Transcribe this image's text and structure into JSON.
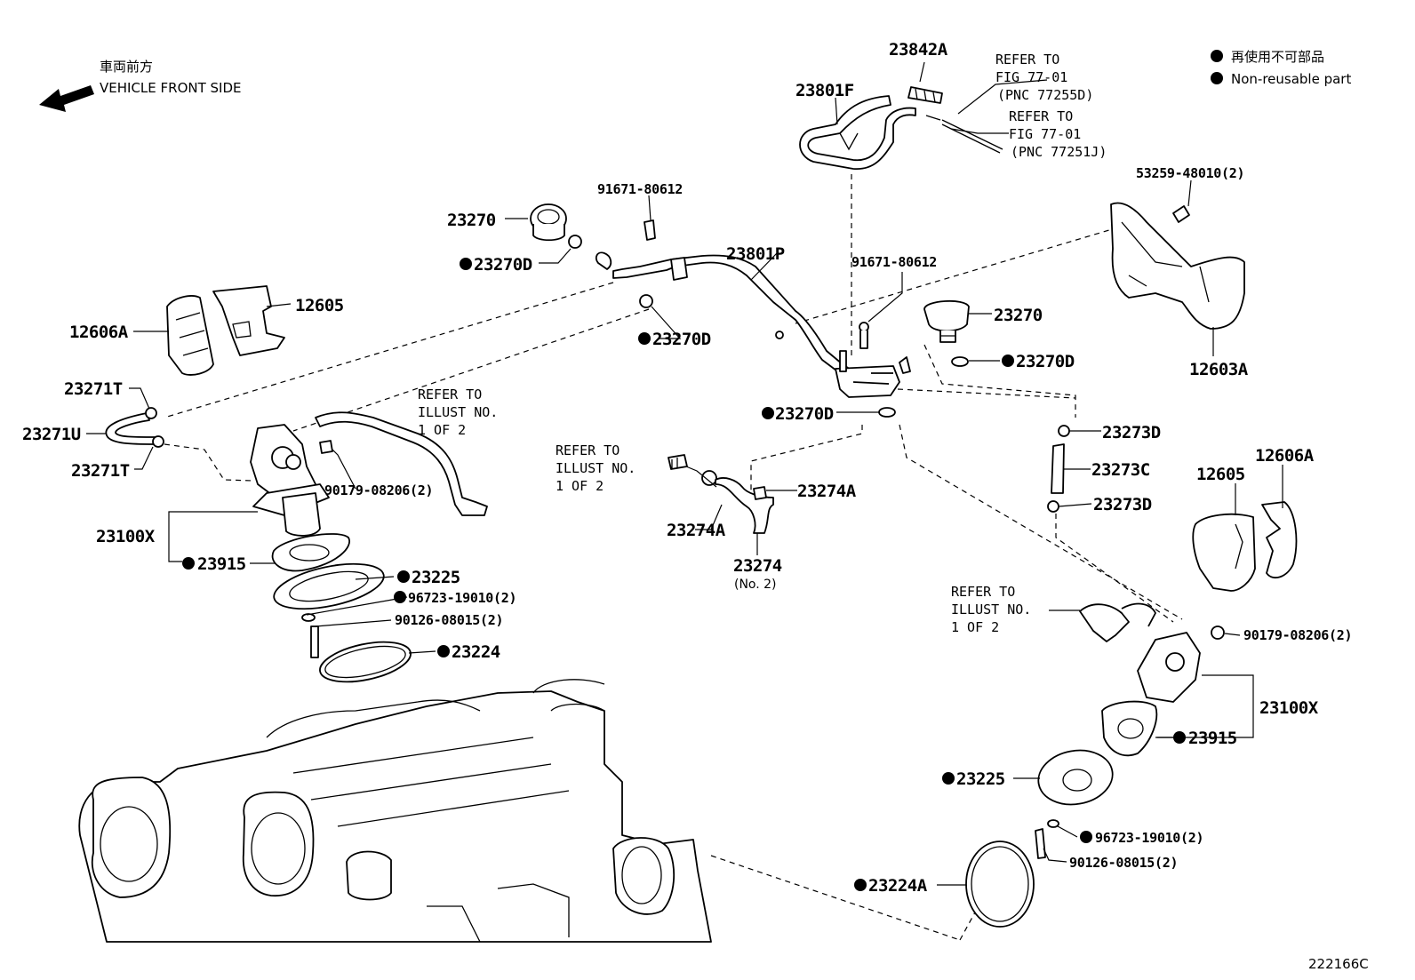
{
  "legend": {
    "jp": "再使用不可部品",
    "en": "Non-reusable part"
  },
  "front": {
    "jp": "車両前方",
    "en": "VEHICLE FRONT SIDE"
  },
  "diagram_code": "222166C",
  "callouts": {
    "p23842A": "23842A",
    "p23801F": "23801F",
    "ref1_l1": "REFER TO",
    "ref1_l2": "FIG 77-01",
    "ref1_l3": "(PNC 77255D)",
    "ref2_l1": "REFER TO",
    "ref2_l2": "FIG 77-01",
    "ref2_l3": "(PNC 77251J)",
    "p53259": "53259-48010(2)",
    "p91671a": "91671-80612",
    "p23270a": "23270",
    "p23270Da": "23270D",
    "p23801P": "23801P",
    "p91671b": "91671-80612",
    "p12605a": "12605",
    "p12606Aa": "12606A",
    "p23270Db": "23270D",
    "p23270b": "23270",
    "p23270Dc": "23270D",
    "p12603A": "12603A",
    "p23271Ta": "23271T",
    "p23271U": "23271U",
    "p23271Tb": "23271T",
    "refL_l1": "REFER TO",
    "refL_l2": "ILLUST NO.",
    "refL_l3": "1 OF 2",
    "p23270Dd": "23270D",
    "p23273Da": "23273D",
    "p90179a": "90179-08206(2)",
    "refM_l1": "REFER TO",
    "refM_l2": "ILLUST NO.",
    "refM_l3": "1 OF 2",
    "p23274Aa": "23274A",
    "p23273C": "23273C",
    "p12606Ab": "12606A",
    "p12605b": "12605",
    "p23273Db": "23273D",
    "p23100Xa": "23100X",
    "p23274Ab": "23274A",
    "p23274": "23274",
    "p23274_sub": "(No. 2)",
    "p23915a": "23915",
    "p23225a": "23225",
    "p96723a": "96723-19010(2)",
    "p90126a": "90126-08015(2)",
    "p23224": "23224",
    "refR_l1": "REFER TO",
    "refR_l2": "ILLUST NO.",
    "refR_l3": "1 OF 2",
    "p90179b": "90179-08206(2)",
    "p23100Xb": "23100X",
    "p23915b": "23915",
    "p23225b": "23225",
    "p96723b": "96723-19010(2)",
    "p90126b": "90126-08015(2)",
    "p23224A": "23224A"
  }
}
